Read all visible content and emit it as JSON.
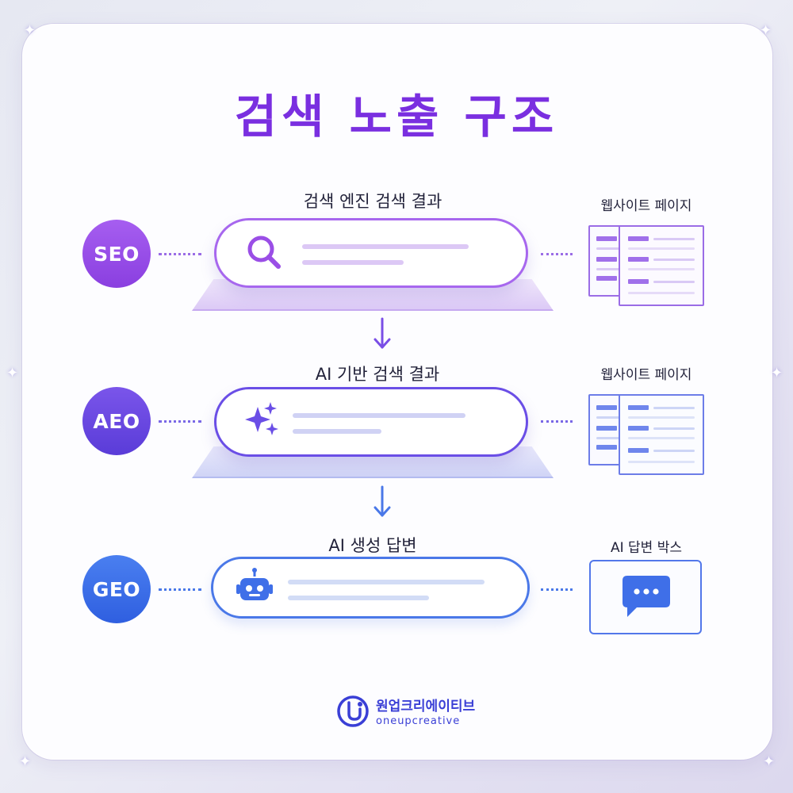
{
  "title": "검색 노출 구조",
  "rows": [
    {
      "badge": "SEO",
      "label": "검색 엔진 검색 결과",
      "target": "웹사이트 페이지",
      "icon": "search-icon",
      "color": "#9b4ee6"
    },
    {
      "badge": "AEO",
      "label": "AI 기반 검색 결과",
      "target": "웹사이트 페이지",
      "icon": "sparkle-icon",
      "color": "#6b45e0"
    },
    {
      "badge": "GEO",
      "label": "AI 생성 답변",
      "target": "AI 답변 박스",
      "icon": "robot-icon",
      "color": "#3f6fe8"
    }
  ],
  "logo": {
    "name_ko": "원업크리에이티브",
    "name_en": "oneupcreative"
  }
}
